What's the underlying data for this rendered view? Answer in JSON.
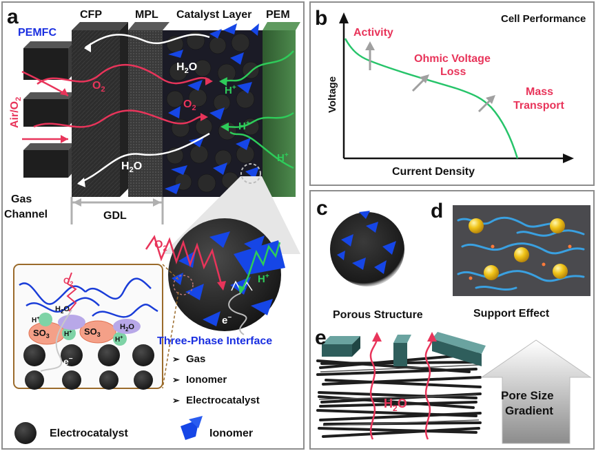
{
  "panel_a": {
    "label": "a",
    "pemfc": "PEMFC",
    "cfp": "CFP",
    "mpl": "MPL",
    "catalyst_layer": "Catalyst Layer",
    "pem": "PEM",
    "air_o2": "Air/O",
    "air_o2_sub": "2",
    "o2": "O",
    "o2_sub": "2",
    "h2o": "H",
    "h2o_sub": "2",
    "h2o_end": "O",
    "h_plus": "H",
    "h_plus_sup": "+",
    "gas_channel_1": "Gas",
    "gas_channel_2": "Channel",
    "gdl": "GDL",
    "e_minus": "e",
    "e_minus_sup": "−",
    "so3": "SO",
    "so3_sub": "3",
    "three_phase_title": "Three-Phase Interface",
    "three_phase_items": [
      "Gas",
      "Ionomer",
      "Electrocatalyst"
    ],
    "legend_electrocatalyst": "Electrocatalyst",
    "legend_ionomer": "Ionomer"
  },
  "panel_b": {
    "label": "b",
    "title": "Cell Performance",
    "activity": "Activity",
    "ohmic_1": "Ohmic Voltage",
    "ohmic_2": "Loss",
    "mass_1": "Mass",
    "mass_2": "Transport",
    "ylabel": "Voltage",
    "xlabel": "Current Density"
  },
  "panel_c": {
    "label": "c",
    "caption": "Porous Structure"
  },
  "panel_d": {
    "label": "d",
    "caption": "Support Effect"
  },
  "panel_e": {
    "label": "e",
    "h2o": "H",
    "h2o_sub": "2",
    "h2o_end": "O",
    "arrow_1": "Pore Size",
    "arrow_2": "Gradient"
  },
  "colors": {
    "pink": "#e8345a",
    "green": "#2ecc5a",
    "blue": "#1a2fe0",
    "ionomer_blue": "#1646e6",
    "pem_green": "#3a6b3a",
    "curve_green": "#27c46a",
    "dark": "#2a2a2a"
  }
}
